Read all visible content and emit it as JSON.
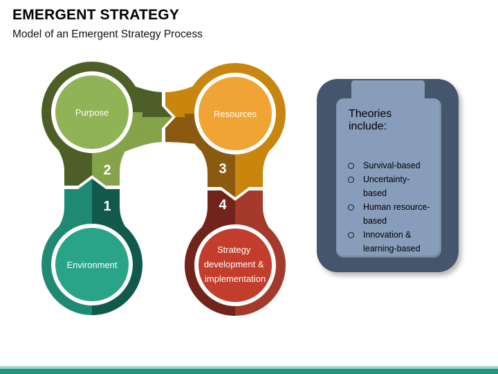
{
  "slide": {
    "title": "EMERGENT STRATEGY",
    "subtitle": "Model of an Emergent Strategy Process"
  },
  "diagram": {
    "nodes": [
      {
        "id": "purpose",
        "label": "Purpose",
        "step": "2",
        "base": "#4d5f26",
        "accent": "#85a348",
        "inner": "#90b356"
      },
      {
        "id": "resources",
        "label": "Resources",
        "step": "3",
        "base": "#c8860f",
        "accent": "#8a5a10",
        "inner": "#f0a434"
      },
      {
        "id": "environment",
        "label": "Environment",
        "step": "1",
        "base": "#1e8a74",
        "accent": "#11594b",
        "inner": "#2aa489"
      },
      {
        "id": "strategy",
        "label": "Strategy development & implementation",
        "step": "4",
        "label_lines": [
          "Strategy",
          "development &",
          "implementation"
        ],
        "base": "#a53a2a",
        "accent": "#72231a",
        "inner": "#c23d2c"
      }
    ],
    "flow_order": [
      "Environment",
      "Purpose",
      "Resources",
      "Strategy development & implementation"
    ]
  },
  "panel": {
    "heading": "Theories include:",
    "items": [
      "Survival-based",
      "Uncertainty-based",
      "Human resource-\nbased",
      "Innovation &\nlearning-based"
    ],
    "colors": {
      "frame": "#44566c",
      "paper": "#879db9"
    }
  },
  "footer": {
    "line_color": "#7ec6b6",
    "bar_color": "#18997d"
  }
}
